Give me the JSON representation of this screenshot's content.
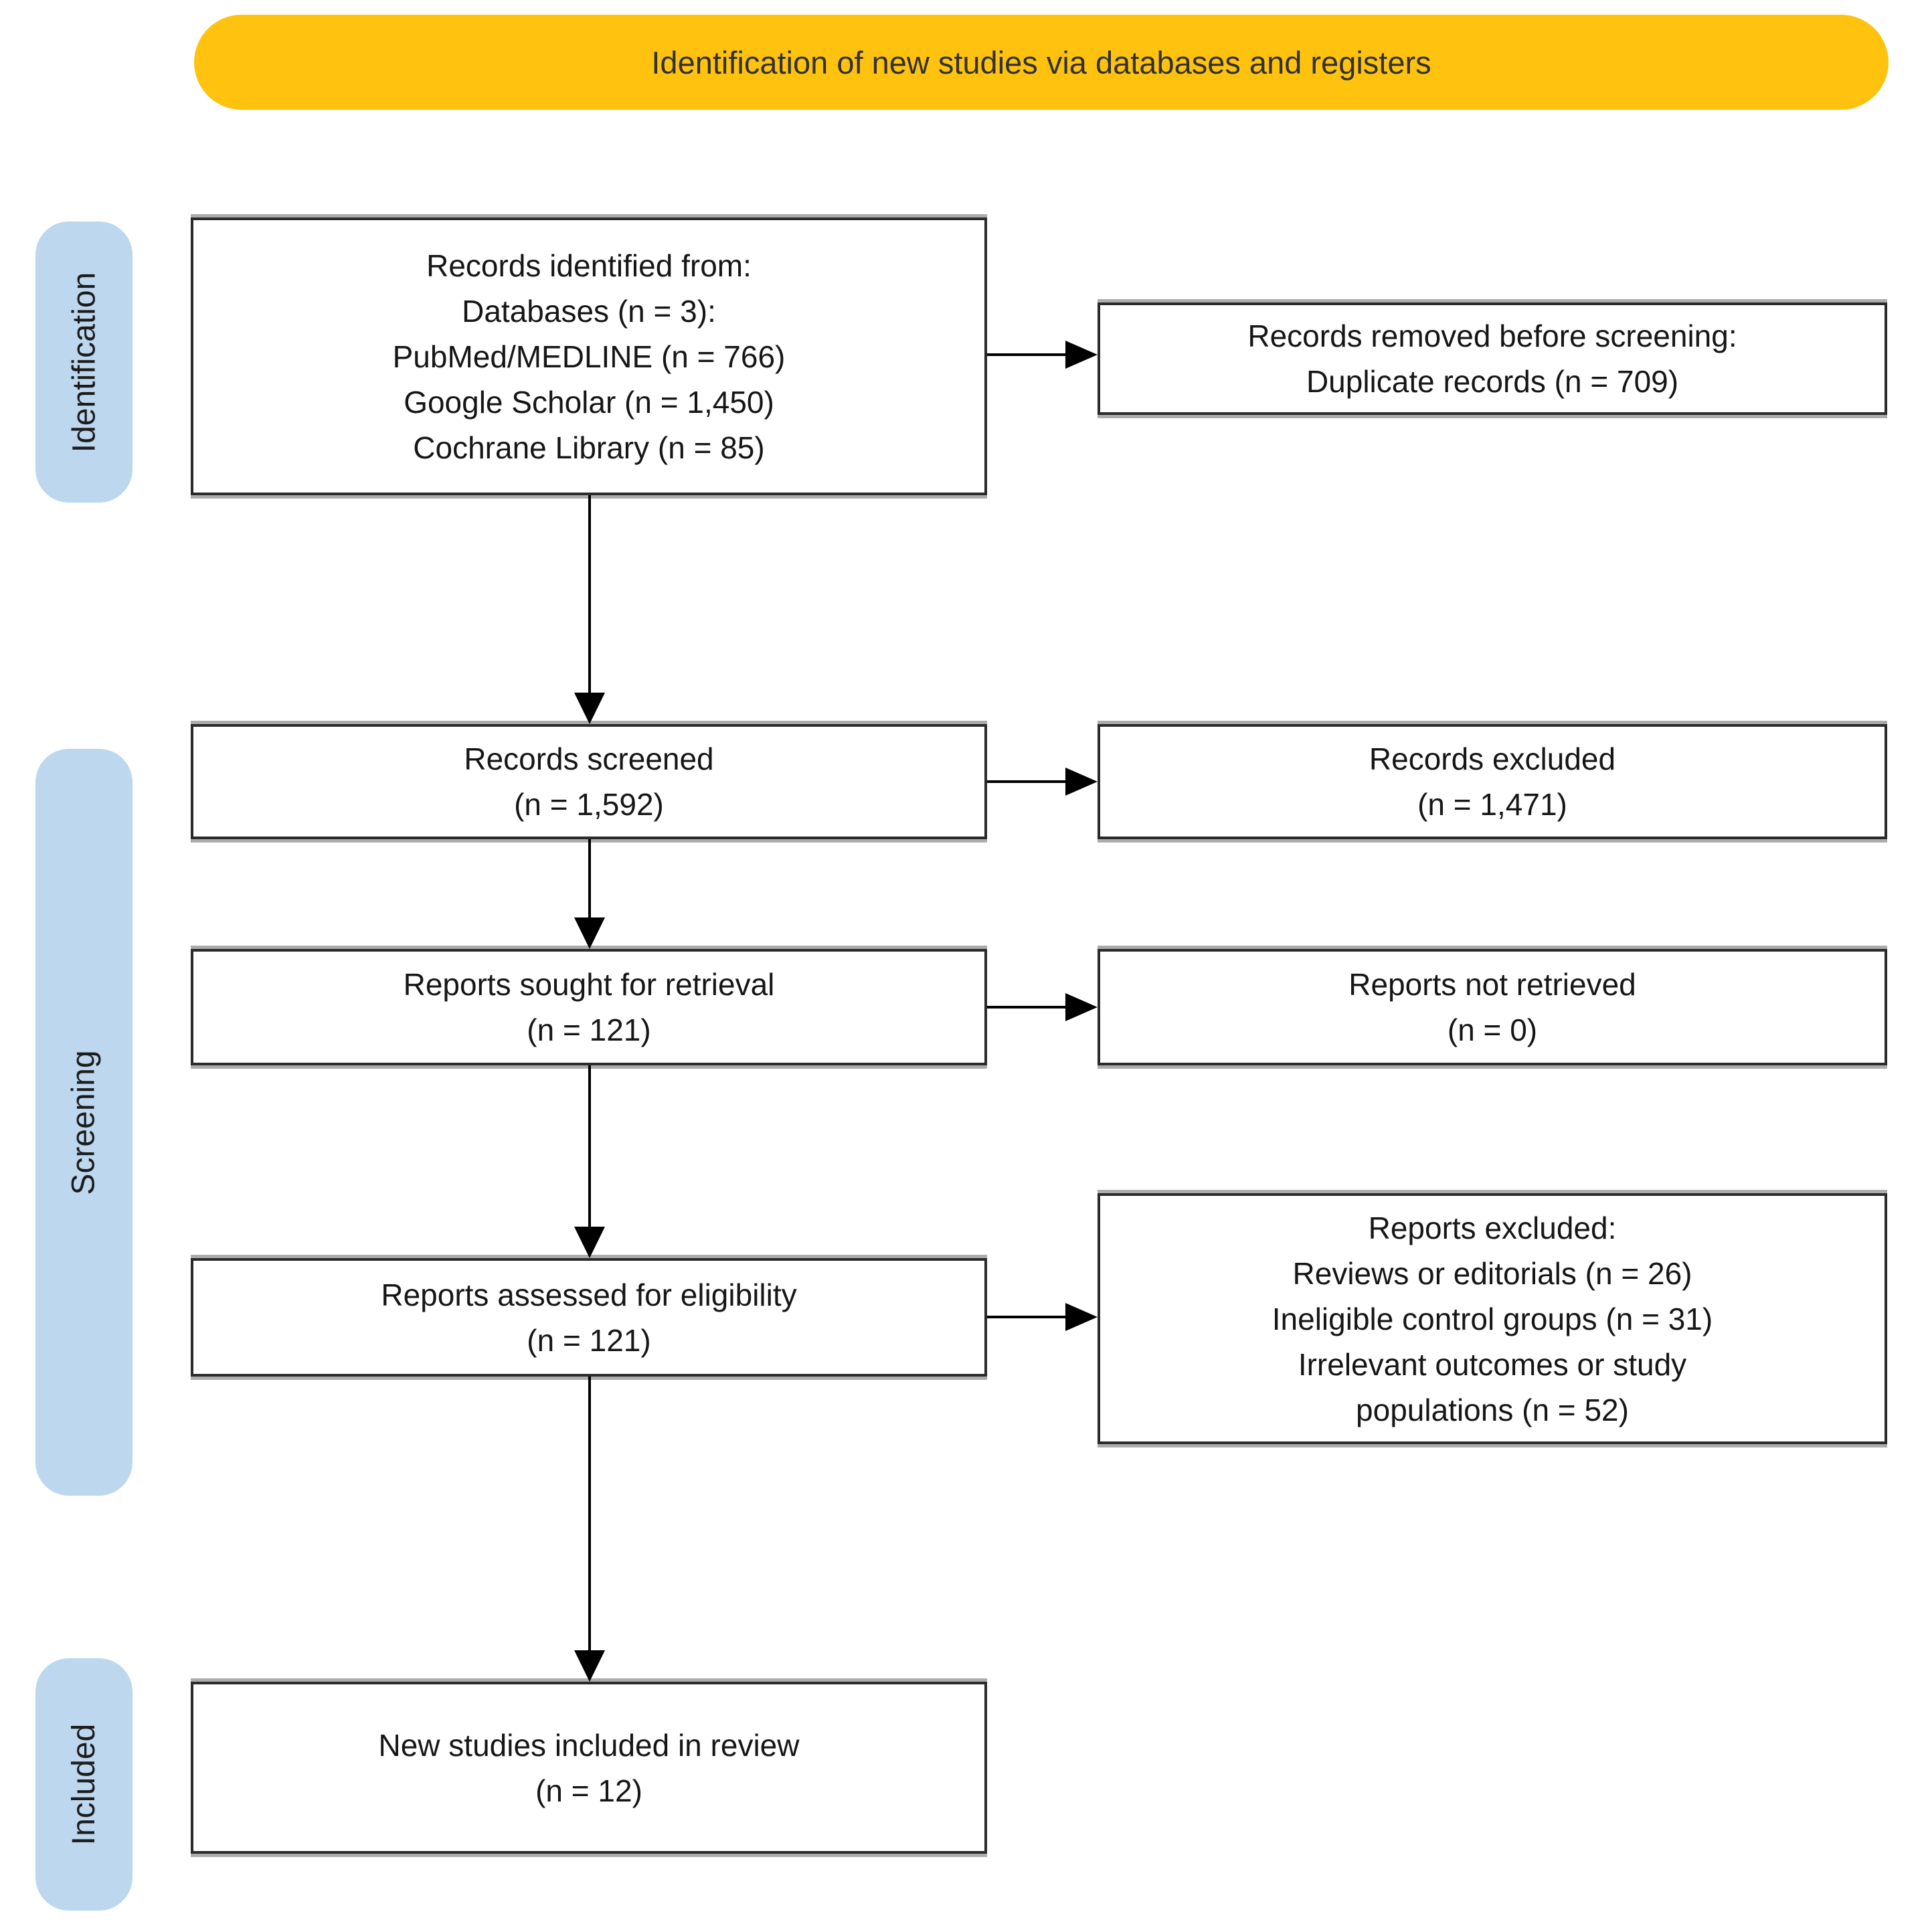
{
  "title_banner": "Identification of new studies via databases and registers",
  "colors": {
    "banner_bg": "#FFC20E",
    "stage_bg": "#BDD7EE",
    "box_border": "#2B2B2B",
    "arrow": "#000000"
  },
  "stages": [
    "Identification",
    "Screening",
    "Included"
  ],
  "boxes": {
    "records_identified": {
      "lines": [
        "Records identified from:",
        "Databases (n = 3):",
        "PubMed/MEDLINE (n = 766)",
        "Google Scholar (n = 1,450)",
        "Cochrane Library (n = 85)"
      ]
    },
    "records_removed": {
      "lines": [
        "Records removed before screening:",
        "Duplicate records (n = 709)"
      ]
    },
    "records_screened": {
      "lines": [
        "Records screened",
        "(n = 1,592)"
      ]
    },
    "records_excluded": {
      "lines": [
        "Records excluded",
        "(n = 1,471)"
      ]
    },
    "reports_sought": {
      "lines": [
        "Reports sought for retrieval",
        "(n = 121)"
      ]
    },
    "reports_not_retrieved": {
      "lines": [
        "Reports not retrieved",
        "(n = 0)"
      ]
    },
    "reports_assessed": {
      "lines": [
        "Reports assessed for eligibility",
        "(n = 121)"
      ]
    },
    "reports_excluded": {
      "lines": [
        "Reports excluded:",
        "Reviews or editorials (n = 26)",
        "Ineligible control groups (n = 31)",
        "Irrelevant outcomes or study",
        "populations (n = 52)"
      ]
    },
    "new_studies_included": {
      "lines": [
        "New studies included in review",
        "(n = 12)"
      ]
    }
  }
}
